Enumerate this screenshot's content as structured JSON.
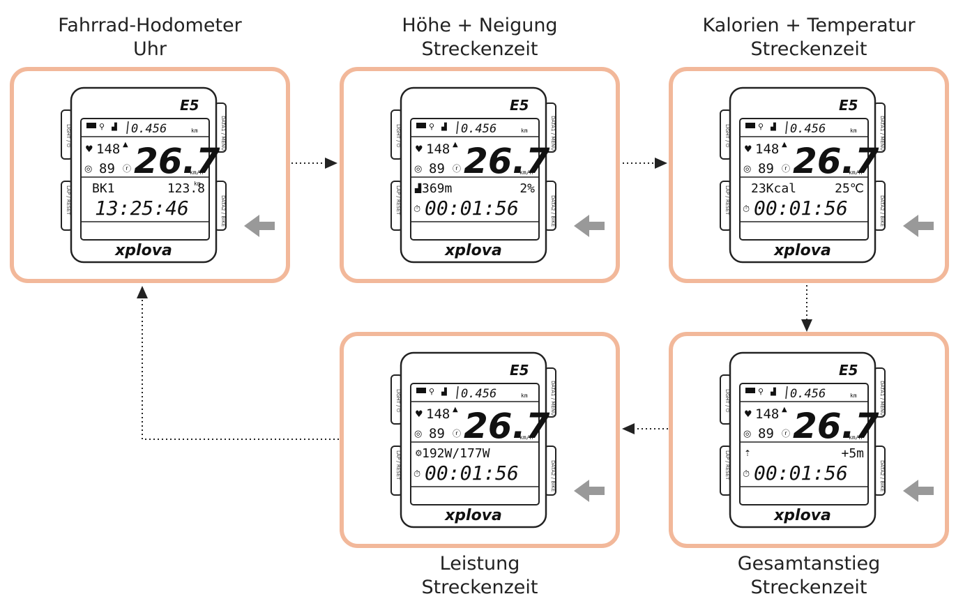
{
  "brand": "xplova",
  "model": "E5",
  "side_labels": {
    "left_top": "LIGHT / ⏻",
    "left_bottom": "LAP / RESET",
    "right_top": "DATA1 / MENU",
    "right_bottom": "DATA2 / BIKE"
  },
  "common": {
    "distance": "0.456",
    "distance_unit": "km",
    "heart_rate": "148",
    "cadence": "89",
    "speed": "26.7",
    "speed_unit": "km/h"
  },
  "screens": [
    {
      "caption": [
        "Fahrrad-Hodometer",
        "Uhr"
      ],
      "row1_left": "BK1",
      "row1_right": "123.8",
      "row1_unit": "km",
      "row2": "13:25:46",
      "row1_icon": "",
      "row2_icon": ""
    },
    {
      "caption": [
        "Höhe + Neigung",
        "Streckenzeit"
      ],
      "row1_left": "369m",
      "row1_right": "2%",
      "row1_unit": "",
      "row2": "00:01:56",
      "row1_icon": "altitude-icon",
      "row2_icon": "stopwatch-icon"
    },
    {
      "caption": [
        "Kalorien + Temperatur",
        "Streckenzeit"
      ],
      "row1_left": "23Kcal",
      "row1_right": "25℃",
      "row1_unit": "",
      "row2": "00:01:56",
      "row1_icon": "",
      "row2_icon": "stopwatch-icon"
    },
    {
      "caption": [
        "Gesamtanstieg",
        "Streckenzeit"
      ],
      "row1_left": "",
      "row1_right": "+5m",
      "row1_unit": "",
      "row2": "00:01:56",
      "row1_icon": "total-climb-icon",
      "row2_icon": "stopwatch-icon"
    },
    {
      "caption": [
        "Leistung",
        "Streckenzeit"
      ],
      "row1_left": "192W/177W",
      "row1_right": "",
      "row1_unit": "",
      "row2": "00:01:56",
      "row1_icon": "power-icon",
      "row2_icon": "stopwatch-icon"
    }
  ],
  "colors": {
    "frame": "#f2b89a",
    "arrow": "#999999",
    "lcd_bg": "#ffffff"
  }
}
